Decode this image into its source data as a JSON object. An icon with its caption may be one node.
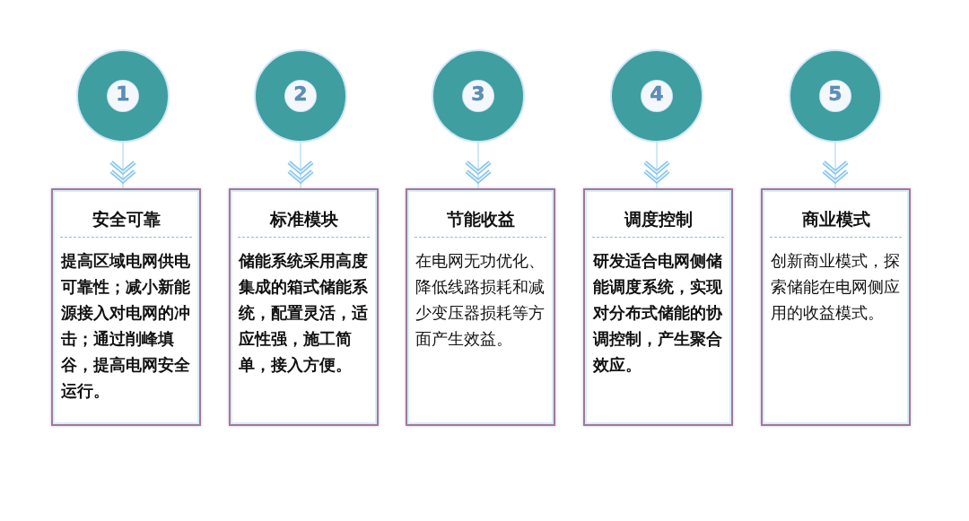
{
  "diagram": {
    "nodes": [
      {
        "text": [
          "1"
        ]
      },
      {
        "text": [
          "2"
        ]
      },
      {
        "text": [
          "3"
        ]
      },
      {
        "text": [
          "4"
        ]
      },
      {
        "text": [
          "5"
        ]
      },
      {
        "text": [
          "安全可靠",
          "提高区域电网供电可靠性；减小新能源接入对电网的冲击；通过削峰填谷，提高电网安全运行。"
        ]
      },
      {
        "text": [
          "标准模块",
          "储能系统采用高度集成的箱式储能系统，配置灵活，适应性强，施工简单，接入方便。"
        ]
      },
      {
        "text": [
          "节能收益",
          "在电网无功优化、降低线路损耗和减少变压器损耗等方面产生效益。"
        ]
      },
      {
        "text": [
          "调度控制",
          "研发适合电网侧储能调度系统，实现对分布式储能的协调控制，产生聚合效应。"
        ]
      },
      {
        "text": [
          "商业模式",
          "创新商业模式，探索储能在电网侧应用的收益模式。"
        ]
      }
    ],
    "edges": [
      {
        "from": 0,
        "to": 5,
        "arrow": "to"
      },
      {
        "from": 1,
        "to": 6,
        "arrow": "to"
      },
      {
        "from": 2,
        "to": 7,
        "arrow": "to"
      },
      {
        "from": 3,
        "to": 8,
        "arrow": "to"
      },
      {
        "from": 4,
        "to": 9,
        "arrow": "to"
      }
    ]
  }
}
